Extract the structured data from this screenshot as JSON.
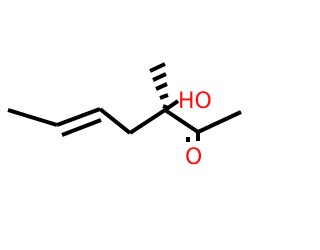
{
  "molecule": {
    "atoms": {
      "hydroxyl": "HO",
      "carbonyl_oxygen": "O"
    },
    "colors": {
      "bond": "#000000",
      "heteroatom": "#ff0d0d",
      "background": "#ffffff"
    },
    "stereo": {
      "wedge": "hashed"
    }
  }
}
